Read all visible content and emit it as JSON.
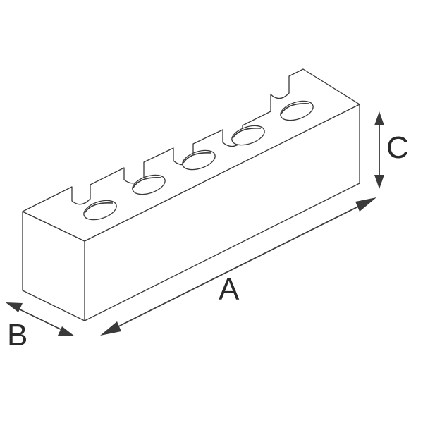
{
  "dimensions": {
    "length_label": "A",
    "width_label": "B",
    "height_label": "C"
  },
  "block": {
    "hole_count": 5,
    "slot_count": 5
  }
}
